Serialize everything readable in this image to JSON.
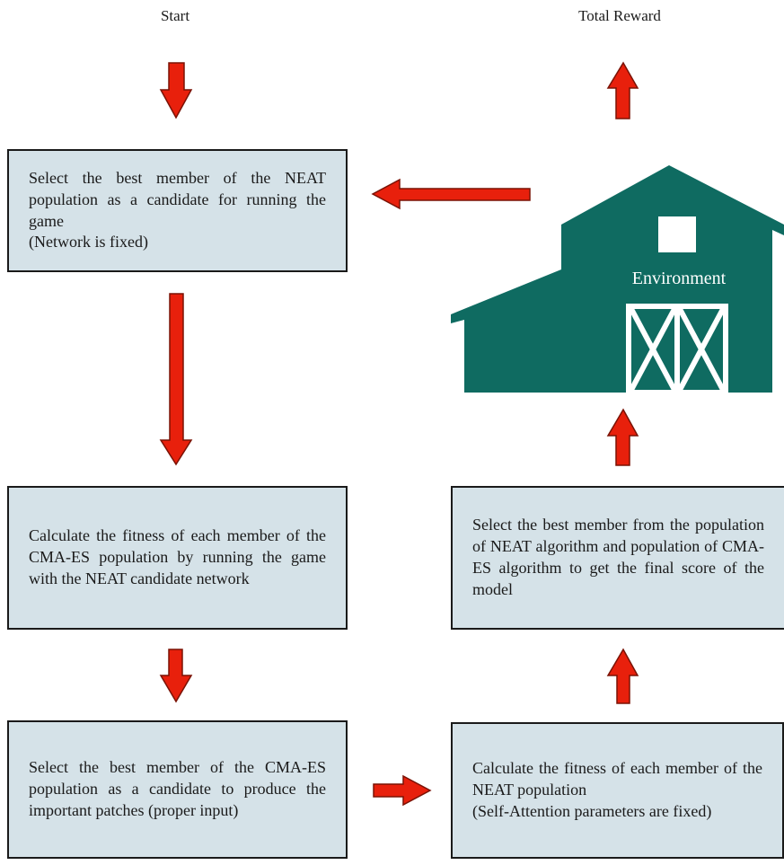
{
  "labels": {
    "start": "Start",
    "total_reward": "Total Reward",
    "environment": "Environment"
  },
  "boxes": {
    "select_neat_candidate": "Select the best member of the NEAT population as a candidate for running the game\n(Network is fixed)",
    "calc_cmaes_fitness": "Calculate the fitness of each member of the CMA-ES population by running the game with the NEAT candidate network",
    "select_cmaes_candidate": "Select the best member of the CMA-ES population as a candidate to produce the important patches (proper input)",
    "calc_neat_fitness": "Calculate the fitness of each member of the NEAT population\n(Self-Attention parameters are fixed)",
    "select_best_final": "Select the best member from the population of NEAT algorithm and population of CMA-ES algorithm to get the final score of the model"
  },
  "colors": {
    "box_fill": "#d5e2e8",
    "arrow_fill": "#e8200c",
    "barn_fill": "#0f6b61",
    "barn_trim": "#ffffff"
  },
  "icons": {
    "environment": "barn-icon",
    "arrows": "block-arrow"
  }
}
